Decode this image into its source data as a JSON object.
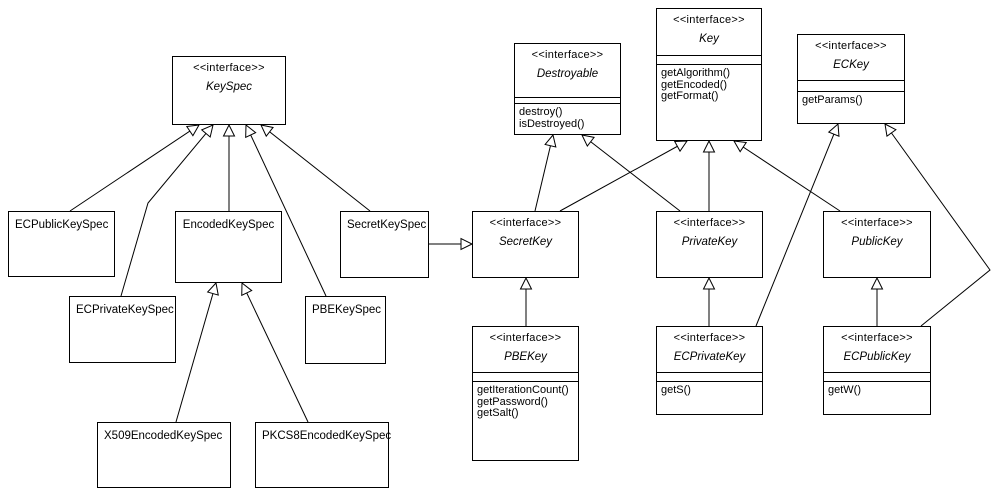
{
  "stereotype": "<<interface>>",
  "classes": {
    "keyspec": {
      "name": "KeySpec"
    },
    "destroyable": {
      "name": "Destroyable",
      "methods": [
        "destroy()",
        "isDestroyed()"
      ]
    },
    "key": {
      "name": "Key",
      "methods": [
        "getAlgorithm()",
        "getEncoded()",
        "getFormat()"
      ]
    },
    "eckey": {
      "name": "ECKey",
      "methods": [
        "getParams()"
      ]
    },
    "secretkey": {
      "name": "SecretKey"
    },
    "privatekey": {
      "name": "PrivateKey"
    },
    "publickey": {
      "name": "PublicKey"
    },
    "pbekey": {
      "name": "PBEKey",
      "methods": [
        "getIterationCount()",
        "getPassword()",
        "getSalt()"
      ]
    },
    "ecprivatekey": {
      "name": "ECPrivateKey",
      "methods": [
        "getS()"
      ]
    },
    "ecpublickey": {
      "name": "ECPublicKey",
      "methods": [
        "getW()"
      ]
    },
    "ecpublickeyspec": {
      "name": "ECPublicKeySpec"
    },
    "ecprivatekeyspec": {
      "name": "ECPrivateKeySpec"
    },
    "encodedkeyspec": {
      "name": "EncodedKeySpec"
    },
    "secretkeyspec": {
      "name": "SecretKeySpec"
    },
    "pbekeyspec": {
      "name": "PBEKeySpec"
    },
    "x509encodedkeyspec": {
      "name": "X509EncodedKeySpec"
    },
    "pkcs8encodedkeyspec": {
      "name": "PKCS8EncodedKeySpec"
    }
  }
}
